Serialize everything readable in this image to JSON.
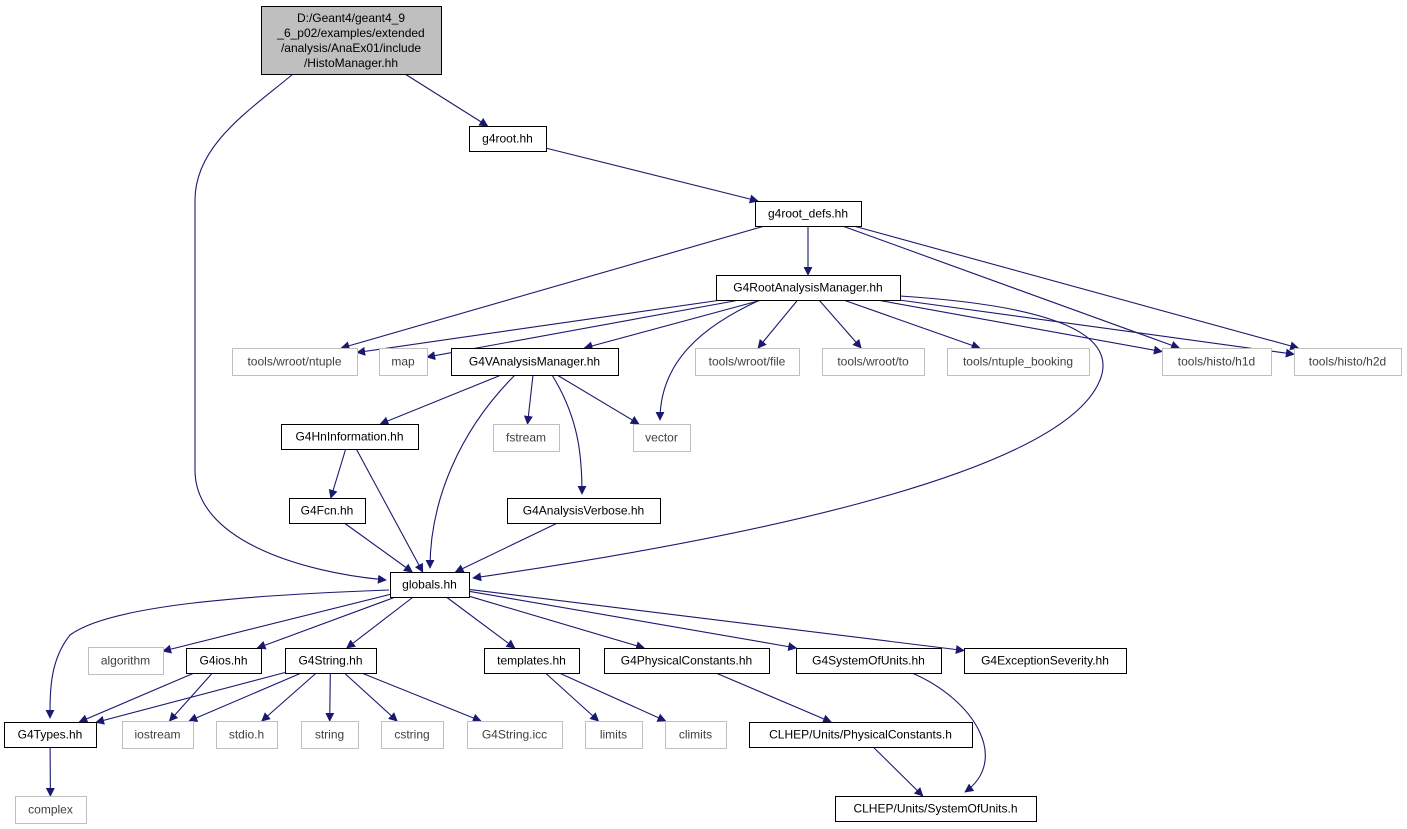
{
  "diagram": {
    "type": "include-dependency-graph",
    "colors": {
      "edge": "#191970",
      "node_border": "#000000",
      "external_border": "#bfbfbf",
      "root_fill": "#bfbfbf",
      "node_fill": "#ffffff"
    },
    "nodes": [
      {
        "id": "root",
        "kind": "root",
        "lines": [
          "D:/Geant4/geant4_9",
          "_6_p02/examples/extended",
          "/analysis/AnaEx01/include",
          "/HistoManager.hh"
        ]
      },
      {
        "id": "g4root",
        "kind": "file",
        "label": "g4root.hh"
      },
      {
        "id": "g4root_defs",
        "kind": "file",
        "label": "g4root_defs.hh"
      },
      {
        "id": "rootmgr",
        "kind": "file",
        "label": "G4RootAnalysisManager.hh"
      },
      {
        "id": "ntuple",
        "kind": "external",
        "label": "tools/wroot/ntuple"
      },
      {
        "id": "map",
        "kind": "external",
        "label": "map"
      },
      {
        "id": "vmgr",
        "kind": "file",
        "label": "G4VAnalysisManager.hh"
      },
      {
        "id": "wfile",
        "kind": "external",
        "label": "tools/wroot/file"
      },
      {
        "id": "wto",
        "kind": "external",
        "label": "tools/wroot/to"
      },
      {
        "id": "nbook",
        "kind": "external",
        "label": "tools/ntuple_booking"
      },
      {
        "id": "h1d",
        "kind": "external",
        "label": "tools/histo/h1d"
      },
      {
        "id": "h2d",
        "kind": "external",
        "label": "tools/histo/h2d"
      },
      {
        "id": "hninfo",
        "kind": "file",
        "label": "G4HnInformation.hh"
      },
      {
        "id": "fstream",
        "kind": "external",
        "label": "fstream"
      },
      {
        "id": "vector",
        "kind": "external",
        "label": "vector"
      },
      {
        "id": "fcn",
        "kind": "file",
        "label": "G4Fcn.hh"
      },
      {
        "id": "verbose",
        "kind": "file",
        "label": "G4AnalysisVerbose.hh"
      },
      {
        "id": "globals",
        "kind": "file",
        "label": "globals.hh"
      },
      {
        "id": "algorithm",
        "kind": "external",
        "label": "algorithm"
      },
      {
        "id": "g4ios",
        "kind": "file",
        "label": "G4ios.hh"
      },
      {
        "id": "g4string",
        "kind": "file",
        "label": "G4String.hh"
      },
      {
        "id": "templates",
        "kind": "file",
        "label": "templates.hh"
      },
      {
        "id": "physconst",
        "kind": "file",
        "label": "G4PhysicalConstants.hh"
      },
      {
        "id": "sysunits",
        "kind": "file",
        "label": "G4SystemOfUnits.hh"
      },
      {
        "id": "excsev",
        "kind": "file",
        "label": "G4ExceptionSeverity.hh"
      },
      {
        "id": "g4types",
        "kind": "file",
        "label": "G4Types.hh"
      },
      {
        "id": "iostream",
        "kind": "external",
        "label": "iostream"
      },
      {
        "id": "stdio",
        "kind": "external",
        "label": "stdio.h"
      },
      {
        "id": "string",
        "kind": "external",
        "label": "string"
      },
      {
        "id": "cstring",
        "kind": "external",
        "label": "cstring"
      },
      {
        "id": "g4stricc",
        "kind": "external",
        "label": "G4String.icc"
      },
      {
        "id": "limits",
        "kind": "external",
        "label": "limits"
      },
      {
        "id": "climits",
        "kind": "external",
        "label": "climits"
      },
      {
        "id": "clhep_pc",
        "kind": "file",
        "label": "CLHEP/Units/PhysicalConstants.h"
      },
      {
        "id": "complex",
        "kind": "external",
        "label": "complex"
      },
      {
        "id": "clhep_su",
        "kind": "file",
        "label": "CLHEP/Units/SystemOfUnits.h"
      }
    ],
    "edges": [
      [
        "root",
        "g4root"
      ],
      [
        "root",
        "globals"
      ],
      [
        "g4root",
        "g4root_defs"
      ],
      [
        "g4root_defs",
        "rootmgr"
      ],
      [
        "g4root_defs",
        "ntuple"
      ],
      [
        "g4root_defs",
        "h1d"
      ],
      [
        "g4root_defs",
        "h2d"
      ],
      [
        "rootmgr",
        "ntuple"
      ],
      [
        "rootmgr",
        "map"
      ],
      [
        "rootmgr",
        "vmgr"
      ],
      [
        "rootmgr",
        "wfile"
      ],
      [
        "rootmgr",
        "wto"
      ],
      [
        "rootmgr",
        "nbook"
      ],
      [
        "rootmgr",
        "h1d"
      ],
      [
        "rootmgr",
        "h2d"
      ],
      [
        "rootmgr",
        "vector"
      ],
      [
        "rootmgr",
        "globals"
      ],
      [
        "vmgr",
        "hninfo"
      ],
      [
        "vmgr",
        "fstream"
      ],
      [
        "vmgr",
        "vector"
      ],
      [
        "vmgr",
        "verbose"
      ],
      [
        "vmgr",
        "globals"
      ],
      [
        "hninfo",
        "fcn"
      ],
      [
        "hninfo",
        "globals"
      ],
      [
        "fcn",
        "globals"
      ],
      [
        "verbose",
        "globals"
      ],
      [
        "globals",
        "g4types"
      ],
      [
        "globals",
        "algorithm"
      ],
      [
        "globals",
        "g4ios"
      ],
      [
        "globals",
        "g4string"
      ],
      [
        "globals",
        "templates"
      ],
      [
        "globals",
        "physconst"
      ],
      [
        "globals",
        "sysunits"
      ],
      [
        "globals",
        "excsev"
      ],
      [
        "g4ios",
        "g4types"
      ],
      [
        "g4ios",
        "iostream"
      ],
      [
        "g4string",
        "g4types"
      ],
      [
        "g4string",
        "iostream"
      ],
      [
        "g4string",
        "stdio"
      ],
      [
        "g4string",
        "string"
      ],
      [
        "g4string",
        "cstring"
      ],
      [
        "g4string",
        "g4stricc"
      ],
      [
        "templates",
        "limits"
      ],
      [
        "templates",
        "climits"
      ],
      [
        "physconst",
        "clhep_pc"
      ],
      [
        "sysunits",
        "clhep_su"
      ],
      [
        "clhep_pc",
        "clhep_su"
      ],
      [
        "g4types",
        "complex"
      ]
    ]
  }
}
